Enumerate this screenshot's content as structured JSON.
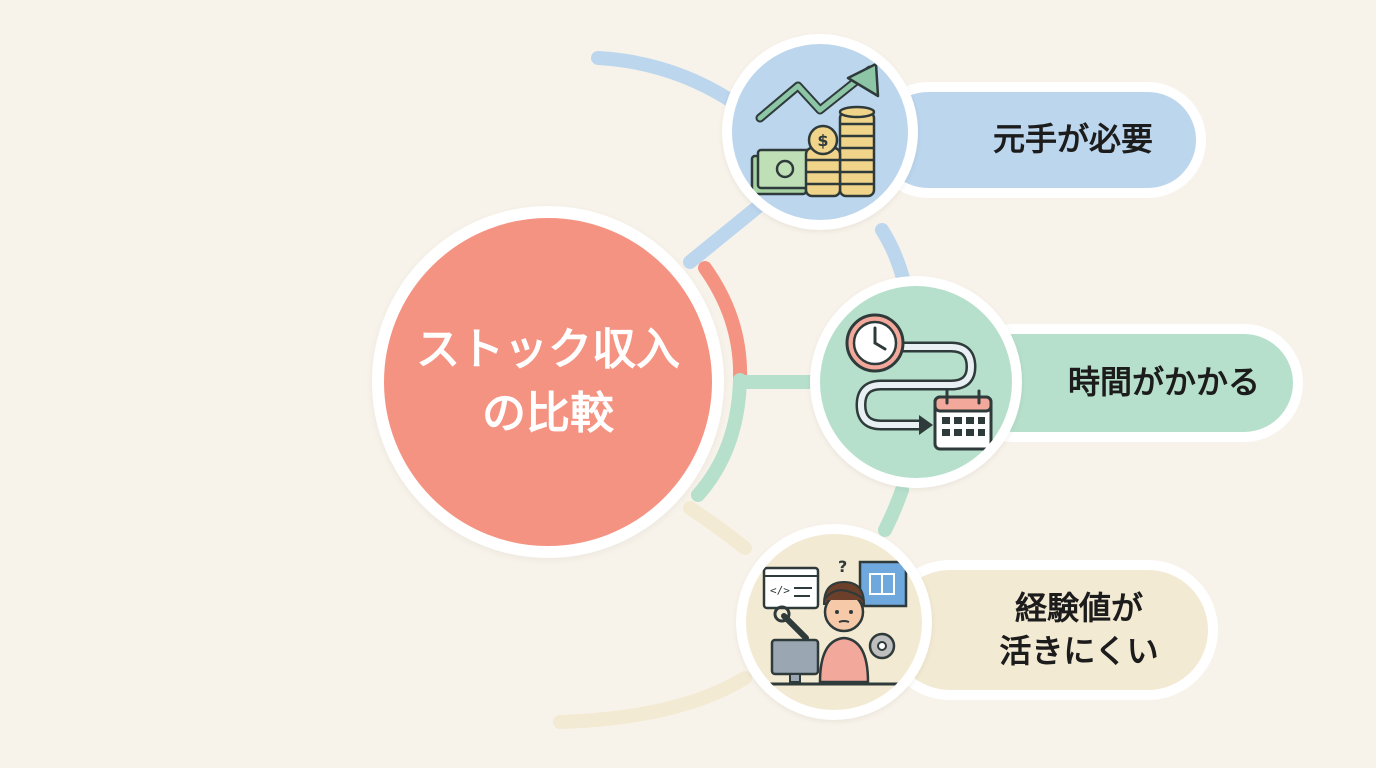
{
  "center": {
    "title": "ストック収入\nの比較"
  },
  "items": [
    {
      "label": "元手が必要",
      "icon": "money-growth-icon",
      "color": "#bcd6ee"
    },
    {
      "label": "時間がかかる",
      "icon": "clock-calendar-icon",
      "color": "#b6e0cc"
    },
    {
      "label": "経験値が\n活きにくい",
      "icon": "confused-developer-icon",
      "color": "#f3ead3"
    }
  ],
  "colors": {
    "background": "#f8f3ea",
    "center": "#f59382",
    "blue": "#bcd6ee",
    "green": "#b6e0cc",
    "cream": "#f3ead3"
  }
}
